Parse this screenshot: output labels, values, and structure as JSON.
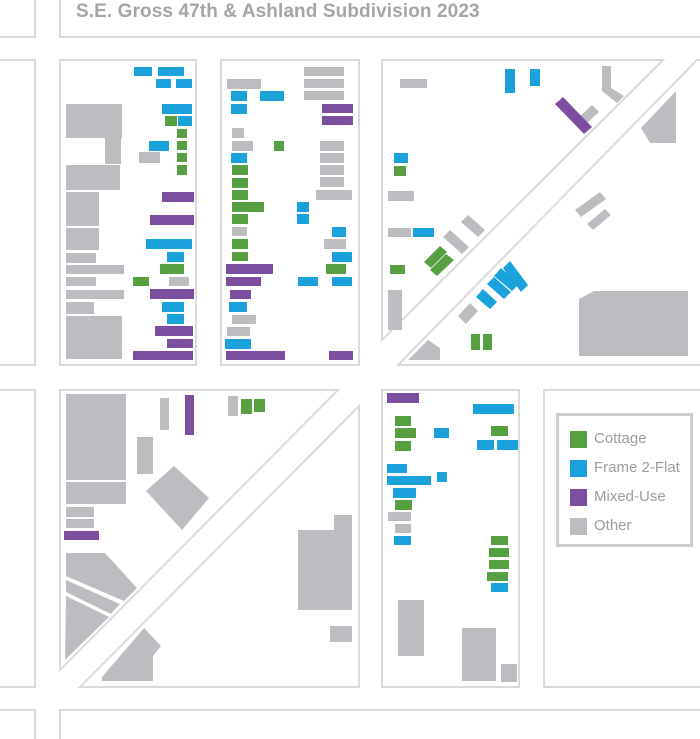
{
  "map": {
    "title": "S.E. Gross 47th & Ashland Subdivision 2023"
  },
  "legend": {
    "items": [
      {
        "key": "cottage",
        "label": "Cottage",
        "color": "#56a042"
      },
      {
        "key": "frame2flat",
        "label": "Frame 2-Flat",
        "color": "#1ba1db"
      },
      {
        "key": "mixeduse",
        "label": "Mixed-Use",
        "color": "#7b4ea0"
      },
      {
        "key": "other",
        "label": "Other",
        "color": "#bcbdc0"
      }
    ]
  },
  "style": {
    "block_outline": "#d9dadb",
    "background": "#ffffff"
  }
}
